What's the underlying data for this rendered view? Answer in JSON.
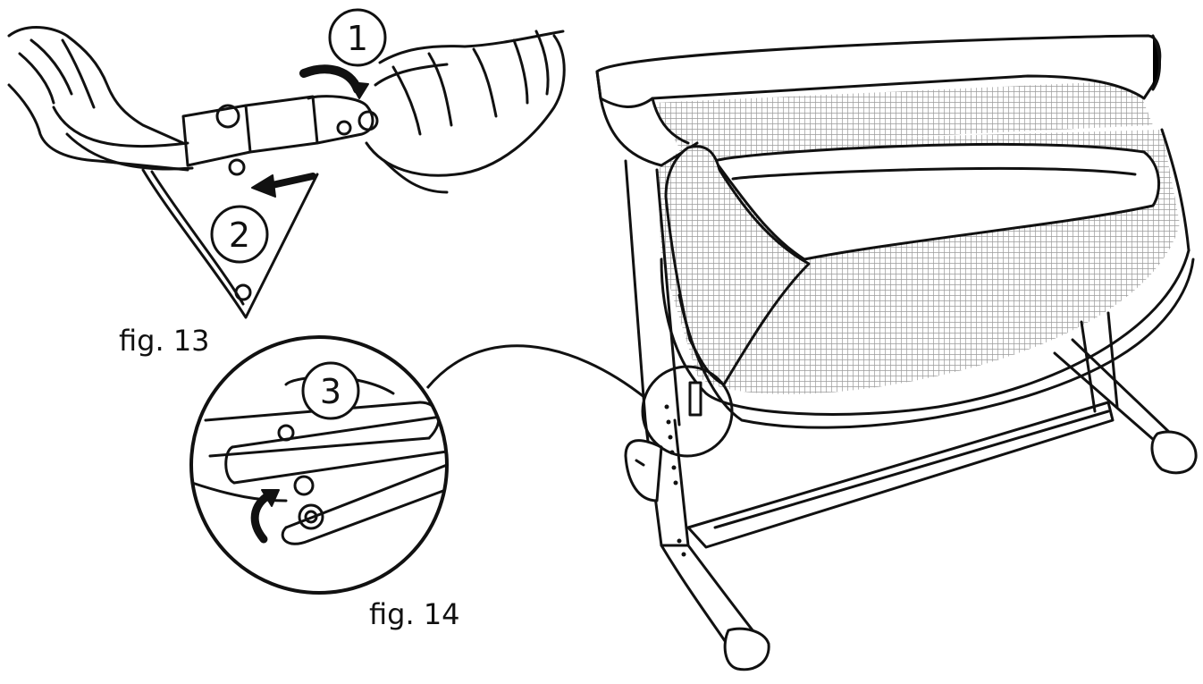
{
  "figures": {
    "fig13": {
      "caption": "fig. 13"
    },
    "fig14": {
      "caption": "fig. 14"
    }
  },
  "steps": [
    "1",
    "2",
    "3"
  ],
  "colors": {
    "ink": "#111111",
    "mesh": "#c8c8c8",
    "paper": "#ffffff"
  }
}
